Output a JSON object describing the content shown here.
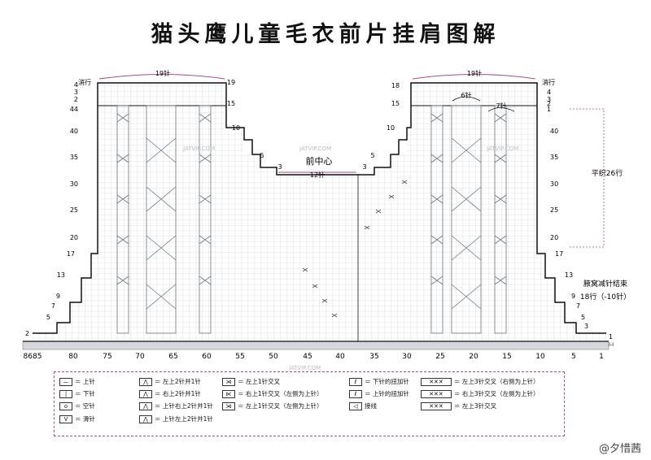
{
  "title": "猫头鹰儿童毛衣前片挂肩图解",
  "annotations": {
    "top_left_count": "19针",
    "top_right_count": "19针",
    "right_inner_a": "6针",
    "right_inner_b": "7针",
    "center_count": "12针",
    "center_label": "前中心",
    "flat_rows": "平织26行",
    "armhole_line1": "腋窝减针结束",
    "armhole_line2": "18行（-10针）",
    "slip_left": "消行",
    "slip_right": "消行",
    "stitch_64": "64"
  },
  "left_rows": [
    "4",
    "3",
    "2",
    "44",
    "40",
    "35",
    "30",
    "25",
    "20",
    "17",
    "13",
    "9",
    "7",
    "5",
    "2"
  ],
  "right_rows": [
    "4",
    "3",
    "2",
    "1",
    "40",
    "35",
    "30",
    "25",
    "20",
    "17",
    "13",
    "9",
    "7",
    "5",
    "3",
    "1"
  ],
  "inner_rows": [
    "19",
    "15",
    "10",
    "5",
    "3",
    "18",
    "15",
    "10",
    "5",
    "3"
  ],
  "bottom_ticks": [
    "8685",
    "80",
    "75",
    "70",
    "65",
    "60",
    "55",
    "50",
    "45",
    "40",
    "35",
    "30",
    "25",
    "20",
    "15",
    "10",
    "5",
    "1"
  ],
  "legend": [
    {
      "sym": "— ",
      "label": "＝ 上针"
    },
    {
      "sym": "|",
      "label": "＝ 下针"
    },
    {
      "sym": "o",
      "label": "＝ 空针"
    },
    {
      "sym": "V",
      "label": "＝ 滑针"
    },
    {
      "sym": "⋀",
      "label": "＝ 左上2针并1针"
    },
    {
      "sym": "⋀",
      "label": "＝ 右上2针并1针"
    },
    {
      "sym": "⋀",
      "label": "＝ 上针右上2针并1针"
    },
    {
      "sym": "⋀",
      "label": "＝ 上针左上2针并1针"
    },
    {
      "sym": "⋊",
      "label": "＝ 左上1针交叉"
    },
    {
      "sym": "⋉",
      "label": "＝ 右上1针交叉（左侧为上针）"
    },
    {
      "sym": "⋊",
      "label": "＝ 左上1针交叉（左侧为上针）"
    },
    {
      "sym": "ℓ",
      "label": "＝ 下针的扭加针"
    },
    {
      "sym": "ℓ",
      "label": "＝ 上针的扭加针"
    },
    {
      "sym": "◁",
      "label": "接线"
    },
    {
      "sym": "✕✕✕",
      "label": "＝ 左上3针交叉（右侧为上针）"
    },
    {
      "sym": "✕✕✕",
      "label": "＝ 右上3针交叉（左侧为上针）"
    },
    {
      "sym": "✕✕✕",
      "label": "＝ 左上3针交叉"
    }
  ],
  "watermarks": [
    "JATVIP.COM",
    "JATVIP.COM",
    "JATVIP.COM",
    "JATVIP.COM"
  ],
  "credit": "@夕惜茜",
  "colors": {
    "grid": "#bfc6cc",
    "outline": "#111111",
    "accent": "#b04a8a",
    "cable": "#6e7780"
  }
}
